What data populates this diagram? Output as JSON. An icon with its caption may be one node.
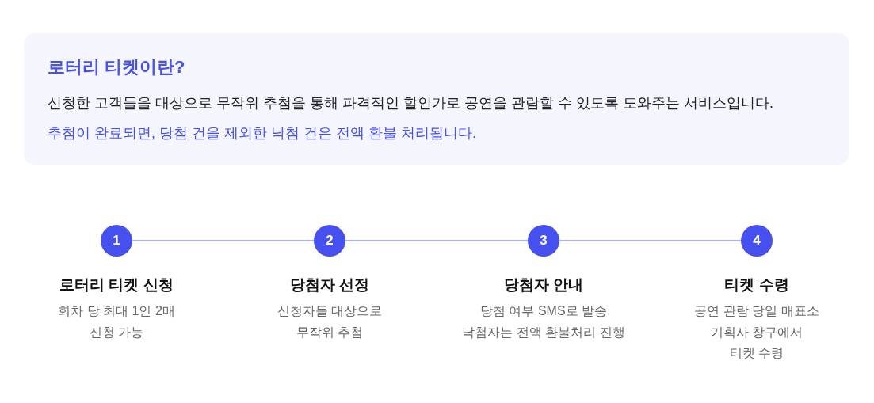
{
  "diagram": {
    "nodes": [
      {
        "text": [
          "로터리 티켓이란?",
          "신청한 고객들을 대상으로 무작위 추첨을 통해 파격적인 할인가로 공연을 관람할 수 있도록 도와주는 서비스입니다.",
          "추첨이 완료되면, 당첨 건을 제외한 낙첨 건은 전액 환불 처리됩니다."
        ]
      },
      {
        "text": [
          "1"
        ],
        "beside": [
          "로터리 티켓 신청",
          "회차 당 최대 1인 2매 신청 가능"
        ]
      },
      {
        "text": [
          "2"
        ],
        "beside": [
          "당첨자 선정",
          "신청자들 대상으로 무작위 추첨"
        ]
      },
      {
        "text": [
          "3"
        ],
        "beside": [
          "당첨자 안내",
          "당첨 여부 SMS로 발송 낙첨자는 전액 환불처리 진행"
        ]
      },
      {
        "text": [
          "4"
        ],
        "beside": [
          "티켓 수령",
          "공연 관람 당일 매표소 기획사 창구에서 티켓 수령"
        ]
      }
    ],
    "edges": [
      {
        "from": 1,
        "to": 2,
        "arrow": "none"
      },
      {
        "from": 2,
        "to": 3,
        "arrow": "none"
      },
      {
        "from": 3,
        "to": 4,
        "arrow": "none"
      }
    ]
  }
}
